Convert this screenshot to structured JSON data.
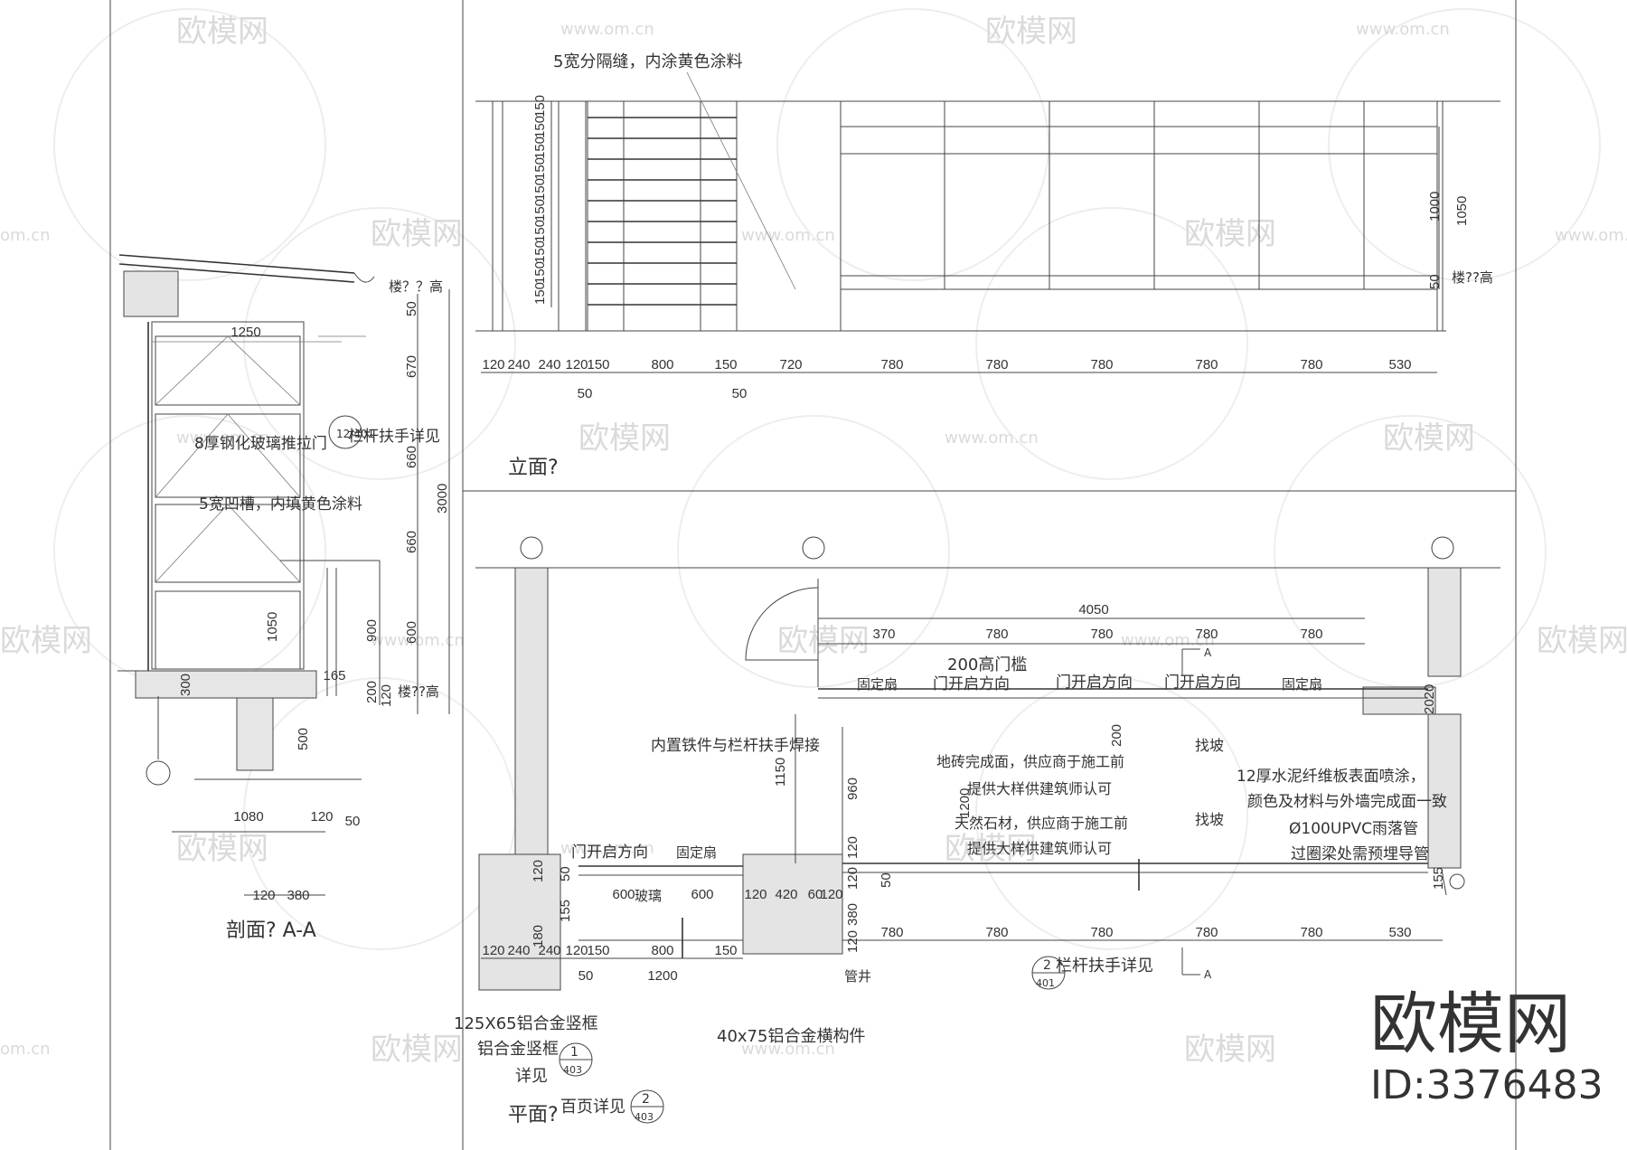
{
  "section_view": {
    "title": "剖面? A-A",
    "labels": {
      "sliding_door": "8厚钢化玻璃推拉门",
      "groove_note": "5宽凹槽，内填黄色涂料",
      "handrail_ref": "栏杆扶手详见",
      "handrail_callout": "12/401",
      "floor_top": "楼？？高",
      "floor_bottom": "楼??高"
    },
    "dims": [
      "1250",
      "50",
      "670",
      "660",
      "3000",
      "660",
      "600",
      "1050",
      "900",
      "165",
      "300",
      "200",
      "120",
      "500",
      "1080",
      "120",
      "50",
      "120",
      "380"
    ]
  },
  "elevation_view": {
    "title": "立面?",
    "labels": {
      "joint_note": "5宽分隔缝，内涂黄色涂料",
      "floor_level": "楼??高"
    },
    "vertical_dims": [
      "150",
      "150",
      "150",
      "150",
      "150",
      "150",
      "150",
      "150",
      "150",
      "150"
    ],
    "height_dims": [
      "1000",
      "1050",
      "50"
    ],
    "bottom_dims": [
      "120",
      "240",
      "240",
      "120",
      "150",
      "800",
      "150",
      "720",
      "780",
      "780",
      "780",
      "780",
      "780",
      "530"
    ],
    "sub_dims": [
      "50",
      "50"
    ]
  },
  "plan_view": {
    "title": "平面?",
    "labels": {
      "threshold": "200高门槛",
      "fixed_leaf_1": "固定扇",
      "open_dir_1": "门开启方向",
      "open_dir_2": "门开启方向",
      "open_dir_3": "门开启方向",
      "fixed_leaf_2": "固定扇",
      "embedded_iron": "内置铁件与栏杆扶手焊接",
      "tile_note_1": "地砖完成面，供应商于施工前",
      "tile_note_2": "提供大样供建筑师认可",
      "stone_note_1": "天然石材，供应商于施工前",
      "stone_note_2": "提供大样供建筑师认可",
      "slope_1": "找坡",
      "slope_2": "找坡",
      "cement_board_1": "12厚水泥纤维板表面喷涂，",
      "cement_board_2": "颜色及材料与外墙完成面一致",
      "drain_pipe": "Ø100UPVC雨落管",
      "drain_through": "过圈梁处需预埋导管",
      "door_open_small": "门开启方向",
      "fixed_leaf_small": "固定扇",
      "glass": "玻璃",
      "shaft": "管井",
      "mullion_1": "125X65铝合金竖框",
      "mullion_2": "铝合金竖框",
      "detail_see": "详见",
      "beam_member": "40x75铝合金横构件",
      "louver_see": "百页详见",
      "handrail_see": "栏杆扶手详见",
      "section_mark": "A"
    },
    "callouts": {
      "mullion": {
        "num": "1",
        "sheet": "403"
      },
      "louver": {
        "num": "2",
        "sheet": "403"
      },
      "handrail": {
        "num": "2",
        "sheet": "401"
      }
    },
    "top_dims": [
      "4050",
      "370",
      "780",
      "780",
      "780",
      "780"
    ],
    "bottom_dims": [
      "780",
      "780",
      "780",
      "780",
      "780",
      "530"
    ],
    "left_dims": [
      "120",
      "240",
      "240",
      "120",
      "150",
      "800",
      "150",
      "50",
      "1200",
      "600",
      "600",
      "120",
      "420",
      "60",
      "120"
    ],
    "misc_dims": [
      "200",
      "1150",
      "960",
      "1200",
      "120",
      "120",
      "380",
      "120",
      "155",
      "2020",
      "50",
      "50",
      "180",
      "155",
      "120"
    ]
  },
  "watermark": {
    "brand": "欧模网",
    "url": "www.om.cn",
    "partial_url": "om.cn"
  },
  "brand_block": {
    "name": "欧模网",
    "id": "ID:3376483"
  }
}
